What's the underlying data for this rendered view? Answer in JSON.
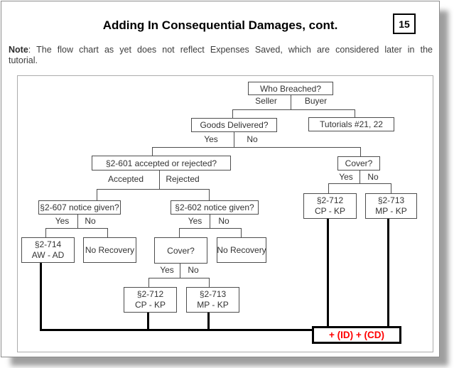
{
  "page": {
    "number": "15"
  },
  "header": {
    "title": "Adding In Consequential Damages, cont."
  },
  "note": {
    "label": "Note",
    "line1": ": The flow chart as yet does not reflect Expenses Saved, which are considered later in the",
    "line2": "tutorial."
  },
  "flowchart": {
    "nodes": {
      "who_breached": "Who Breached?",
      "goods_delivered": "Goods Delivered?",
      "tutorials": "Tutorials #21, 22",
      "s2_601": "§2-601 accepted or rejected?",
      "cover_right": "Cover?",
      "s2_607": "§2-607 notice given?",
      "s2_602": "§2-602 notice given?",
      "s2_712_right": {
        "line1": "§2-712",
        "line2": "CP - KP"
      },
      "s2_713_right": {
        "line1": "§2-713",
        "line2": "MP - KP"
      },
      "s2_714": {
        "line1": "§2-714",
        "line2": "AW - AD"
      },
      "no_recovery_1": "No Recovery",
      "cover_mid": "Cover?",
      "no_recovery_2": "No Recovery",
      "s2_712_mid": {
        "line1": "§2-712",
        "line2": "CP - KP"
      },
      "s2_713_mid": {
        "line1": "§2-713",
        "line2": "MP - KP"
      },
      "result": "+ (ID) + (CD)"
    },
    "branch_labels": {
      "seller": "Seller",
      "buyer": "Buyer",
      "gd_yes": "Yes",
      "gd_no": "No",
      "accepted": "Accepted",
      "rejected": "Rejected",
      "n607_yes": "Yes",
      "n607_no": "No",
      "n602_yes": "Yes",
      "n602_no": "No",
      "cover_right_yes": "Yes",
      "cover_right_no": "No",
      "cover_mid_yes": "Yes",
      "cover_mid_no": "No"
    },
    "colors": {
      "result_text": "#ff0000",
      "thick_line": "#000000",
      "box_border": "#4d4d4d"
    }
  }
}
